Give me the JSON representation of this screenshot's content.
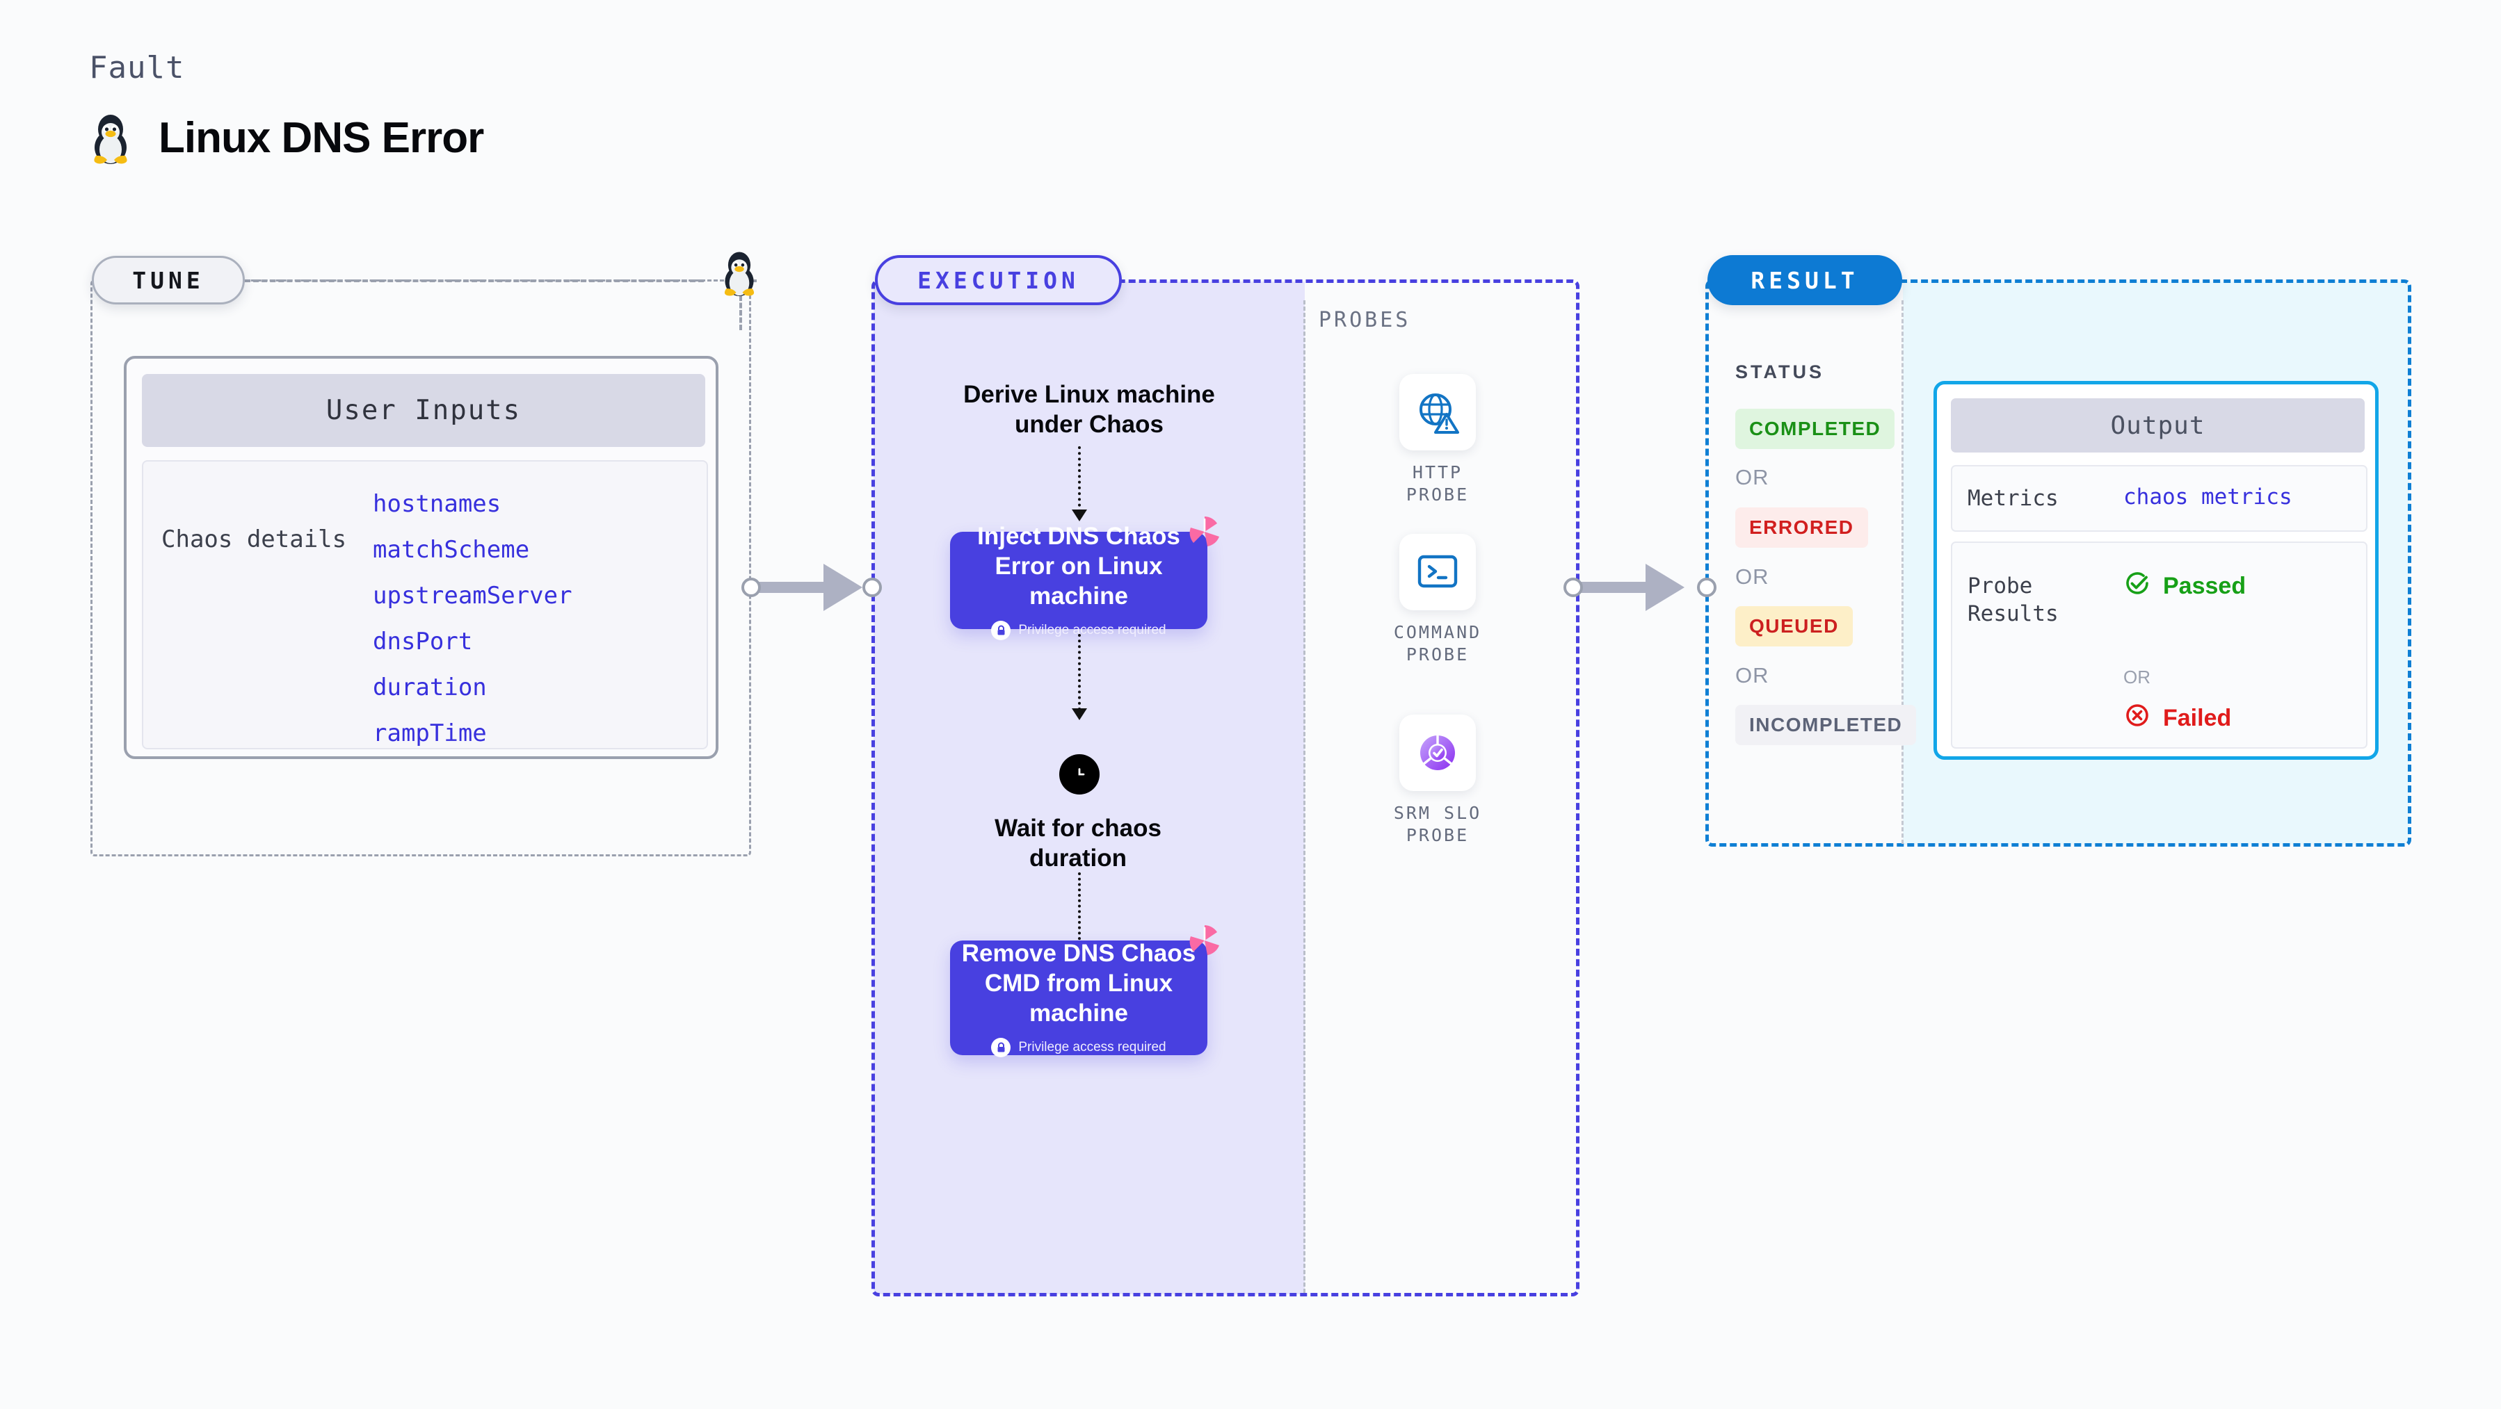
{
  "header": {
    "eyebrow": "Fault",
    "title": "Linux DNS Error",
    "icon": "linux-penguin-icon"
  },
  "tune": {
    "pill_label": "TUNE",
    "card_title": "User Inputs",
    "details_label": "Chaos details",
    "inputs": [
      "hostnames",
      "matchScheme",
      "upstreamServer",
      "dnsPort",
      "duration",
      "rampTime"
    ]
  },
  "execution": {
    "pill_label": "EXECUTION",
    "step_derive": "Derive Linux machine under Chaos",
    "inject_box": {
      "title": "Inject DNS Chaos Error on Linux machine",
      "privilege": "Privilege access required"
    },
    "wait_step": "Wait for chaos duration",
    "remove_box": {
      "title": "Remove DNS Chaos CMD from Linux machine",
      "privilege": "Privilege access required"
    }
  },
  "probes": {
    "section_label": "PROBES",
    "items": [
      {
        "label": "HTTP PROBE",
        "icon": "globe-warning-icon"
      },
      {
        "label": "COMMAND PROBE",
        "icon": "terminal-icon"
      },
      {
        "label": "SRM SLO PROBE",
        "icon": "slo-donut-check-icon"
      }
    ]
  },
  "result": {
    "pill_label": "RESULT",
    "status_label": "STATUS",
    "or_label": "OR",
    "statuses": [
      {
        "label": "COMPLETED",
        "bg": "#dff5df",
        "fg": "#1a9016"
      },
      {
        "label": "ERRORED",
        "bg": "#fdeceb",
        "fg": "#d11f1f"
      },
      {
        "label": "QUEUED",
        "bg": "#fdefc8",
        "fg": "#cc2020"
      },
      {
        "label": "INCOMPLETED",
        "bg": "#f1f1f5",
        "fg": "#5c6377"
      }
    ],
    "output": {
      "title": "Output",
      "metrics_key": "Metrics",
      "metrics_value": "chaos metrics",
      "probe_results_key": "Probe Results",
      "or_label": "OR",
      "passed_label": "Passed",
      "failed_label": "Failed"
    }
  },
  "colors": {
    "accent_purple": "#4840e0",
    "accent_blue": "#0d7ad3",
    "accent_cyan": "#12a6e8",
    "link_blue": "#3730dd",
    "pink": "#fa6aa4",
    "passed_green": "#17a017",
    "failed_red": "#e01b1b"
  }
}
